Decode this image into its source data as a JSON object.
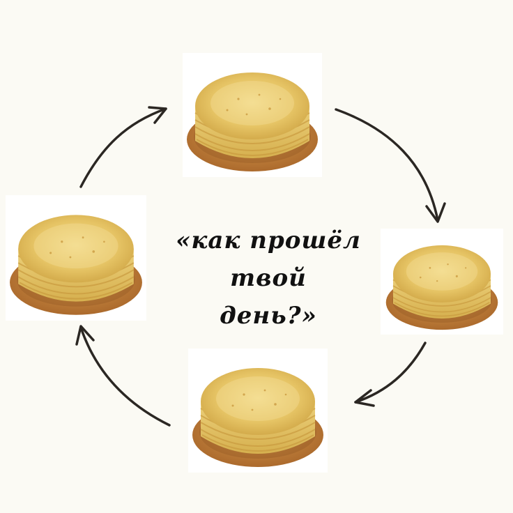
{
  "caption": {
    "line1": "«как прошёл твой",
    "line2": "день?»"
  },
  "cycle": {
    "items": [
      {
        "id": "top",
        "icon": "pancake-stack-icon"
      },
      {
        "id": "right",
        "icon": "pancake-stack-icon"
      },
      {
        "id": "bottom",
        "icon": "pancake-stack-icon"
      },
      {
        "id": "left",
        "icon": "pancake-stack-icon"
      }
    ],
    "arrow_direction": "clockwise"
  },
  "colors": {
    "background": "#fbfaf4",
    "pancake": "#e9c968",
    "pancake_edge": "#c9a244",
    "plate": "#c98a3c",
    "arrow": "#2b2723",
    "text": "#111111"
  }
}
